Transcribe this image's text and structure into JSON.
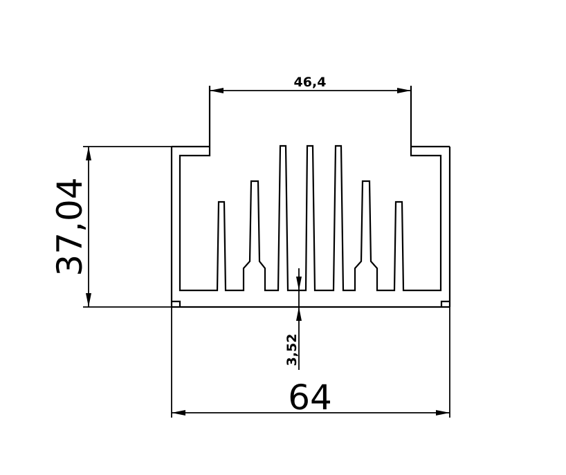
{
  "dimensions": {
    "top_width": "46,4",
    "height": "37,04",
    "base_thickness": "3,52",
    "overall_width": "64"
  }
}
